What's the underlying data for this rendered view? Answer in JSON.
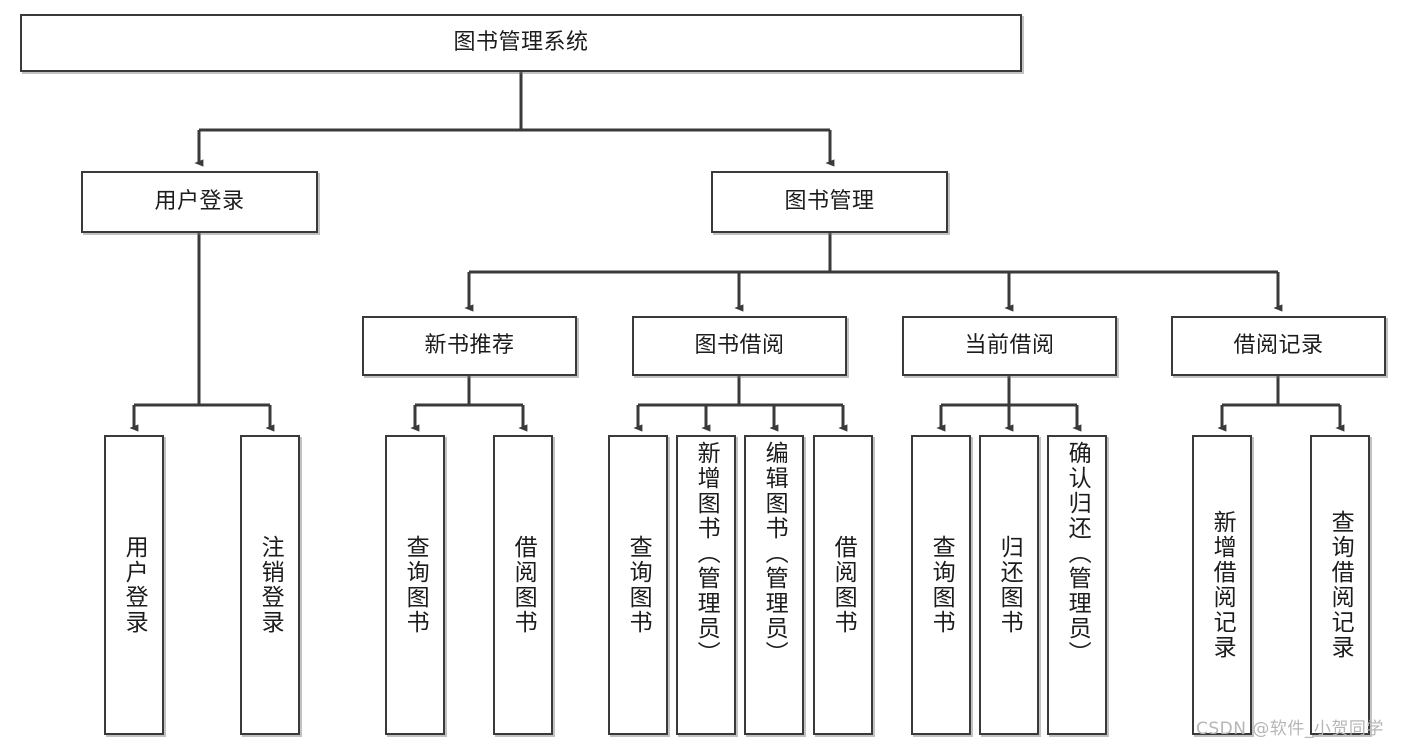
{
  "diagram": {
    "type": "tree-hierarchy-chart",
    "title_node": "图书管理系统",
    "watermark": "CSDN @软件_小贺同学",
    "colors": {
      "box_border": "#3a3a3a",
      "box_fill": "#ffffff",
      "text": "#1c1c1c",
      "connector": "#3a3a3a",
      "watermark": "#b6b6b6",
      "background": "#ffffff"
    },
    "levels": {
      "root": {
        "label": "图书管理系统"
      },
      "level2": [
        {
          "label": "用户登录"
        },
        {
          "label": "图书管理"
        }
      ],
      "level3": [
        {
          "label": "新书推荐",
          "parent": "图书管理"
        },
        {
          "label": "图书借阅",
          "parent": "图书管理"
        },
        {
          "label": "当前借阅",
          "parent": "图书管理"
        },
        {
          "label": "借阅记录",
          "parent": "图书管理"
        }
      ],
      "leaves": [
        {
          "label": "用户登录",
          "parent": "用户登录"
        },
        {
          "label": "注销登录",
          "parent": "用户登录"
        },
        {
          "label": "查询图书",
          "parent": "新书推荐"
        },
        {
          "label": "借阅图书",
          "parent": "新书推荐"
        },
        {
          "label": "查询图书",
          "parent": "图书借阅"
        },
        {
          "label": "新增图书（管理员）",
          "parent": "图书借阅"
        },
        {
          "label": "编辑图书（管理员）",
          "parent": "图书借阅"
        },
        {
          "label": "借阅图书",
          "parent": "图书借阅"
        },
        {
          "label": "查询图书",
          "parent": "当前借阅"
        },
        {
          "label": "归还图书",
          "parent": "当前借阅"
        },
        {
          "label": "确认归还（管理员）",
          "parent": "当前借阅"
        },
        {
          "label": "新增借阅记录",
          "parent": "借阅记录"
        },
        {
          "label": "查询借阅记录",
          "parent": "借阅记录"
        }
      ]
    }
  }
}
